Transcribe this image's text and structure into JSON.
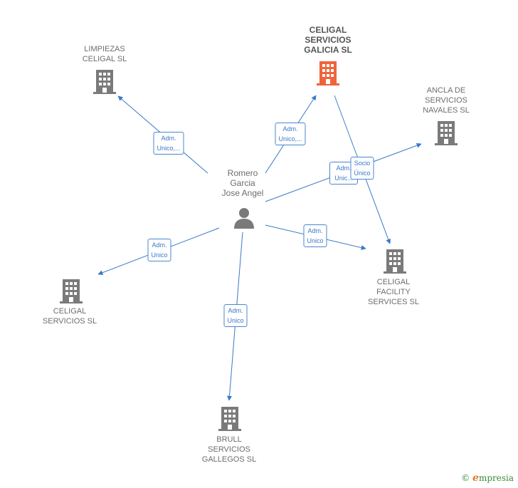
{
  "colors": {
    "edge": "#3a78c8",
    "building_default": "#7a7a7a",
    "building_highlight": "#f0643c",
    "person": "#7a7a7a"
  },
  "center": {
    "name": "Romero\nGarcia\nJose Angel",
    "icon": "person-icon"
  },
  "companies": [
    {
      "id": "limpiezas",
      "name": "LIMPIEZAS\nCELIGAL  SL",
      "icon": "building-icon",
      "highlight": false
    },
    {
      "id": "galicia",
      "name": "CELIGAL\nSERVICIOS\nGALICIA  SL",
      "icon": "building-icon",
      "highlight": true
    },
    {
      "id": "ancla",
      "name": "ANCLA DE\nSERVICIOS\nNAVALES SL",
      "icon": "building-icon",
      "highlight": false
    },
    {
      "id": "facility",
      "name": "CELIGAL\nFACILITY\nSERVICES  SL",
      "icon": "building-icon",
      "highlight": false
    },
    {
      "id": "servicios",
      "name": "CELIGAL\nSERVICIOS SL",
      "icon": "building-icon",
      "highlight": false
    },
    {
      "id": "brull",
      "name": "BRULL\nSERVICIOS\nGALLEGOS SL",
      "icon": "building-icon",
      "highlight": false
    }
  ],
  "relations": [
    {
      "id": "to-limpiezas",
      "label": "Adm.\nUnico,..."
    },
    {
      "id": "to-galicia",
      "label": "Adm.\nUnico,..."
    },
    {
      "id": "to-ancla",
      "label": "Adm.\nUnic..."
    },
    {
      "id": "galicia-facility",
      "label": "Socio\nÚnico"
    },
    {
      "id": "to-facility",
      "label": "Adm.\nUnico"
    },
    {
      "id": "to-servicios",
      "label": "Adm.\nUnico"
    },
    {
      "id": "to-brull",
      "label": "Adm.\nUnico"
    }
  ],
  "brand": {
    "copyright": "©",
    "e": "e",
    "rest": "mpresia"
  }
}
